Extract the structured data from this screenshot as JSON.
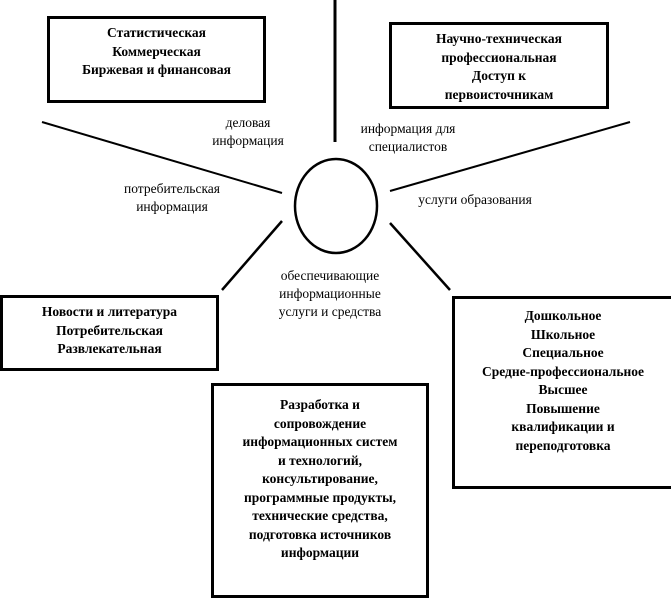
{
  "boxes": {
    "business": [
      "Статистическая",
      "Коммерческая",
      "Биржевая и финансовая"
    ],
    "specialists": [
      "Научно-техническая",
      "профессиональная",
      "Доступ к",
      "первоисточникам"
    ],
    "consumer": [
      "Новости и литература",
      "Потребительская",
      "Развлекательная"
    ],
    "support": [
      "Разработка и",
      "сопровождение",
      "информационных систем",
      "и технологий,",
      "консультирование,",
      "программные продукты,",
      "технические средства,",
      "подготовка источников",
      "информации"
    ],
    "education": [
      "Дошкольное",
      "Школьное",
      "Специальное",
      "Средне-профессиональное",
      "Высшее",
      "Повышение",
      "квалификации и",
      "переподготовка"
    ]
  },
  "labels": {
    "business": [
      "деловая",
      "информация"
    ],
    "specialists": [
      "информация для",
      "специалистов"
    ],
    "consumer": [
      "потребительская",
      "информация"
    ],
    "education": [
      "услуги образования"
    ],
    "support": [
      "обеспечивающие",
      "информационные",
      "услуги и средства"
    ]
  }
}
